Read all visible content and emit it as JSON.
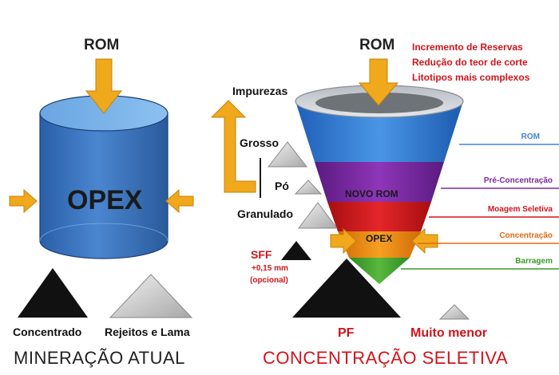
{
  "left": {
    "input_label": "ROM",
    "tank_label": "OPEX",
    "output_left_label": "Concentrado",
    "output_right_label": "Rejeitos e Lama",
    "title": "MINERAÇÃO ATUAL"
  },
  "right": {
    "input_label": "ROM",
    "notes": [
      "Incremento de Reservas",
      "Redução do teor de corte",
      "Litotipos mais complexos"
    ],
    "impurities_label": "Impurezas",
    "fractions": [
      "Grosso",
      "Pó",
      "Granulado"
    ],
    "funnel_bands": [
      "NOVO ROM",
      "OPEX"
    ],
    "legend": [
      {
        "label": "ROM",
        "color": "#3f86d6"
      },
      {
        "label": "Pré-Concentração",
        "color": "#7a2a9c"
      },
      {
        "label": "Moagem Seletiva",
        "color": "#d0141b"
      },
      {
        "label": "Concentração",
        "color": "#e06a10"
      },
      {
        "label": "Barragem",
        "color": "#3a9a2a"
      }
    ],
    "sff_label": "SFF",
    "sff_size": "+0,15 mm",
    "sff_optional": "(opcional)",
    "pf_label": "PF",
    "reject_label": "Muito menor",
    "title": "CONCENTRAÇÃO SELETIVA"
  }
}
